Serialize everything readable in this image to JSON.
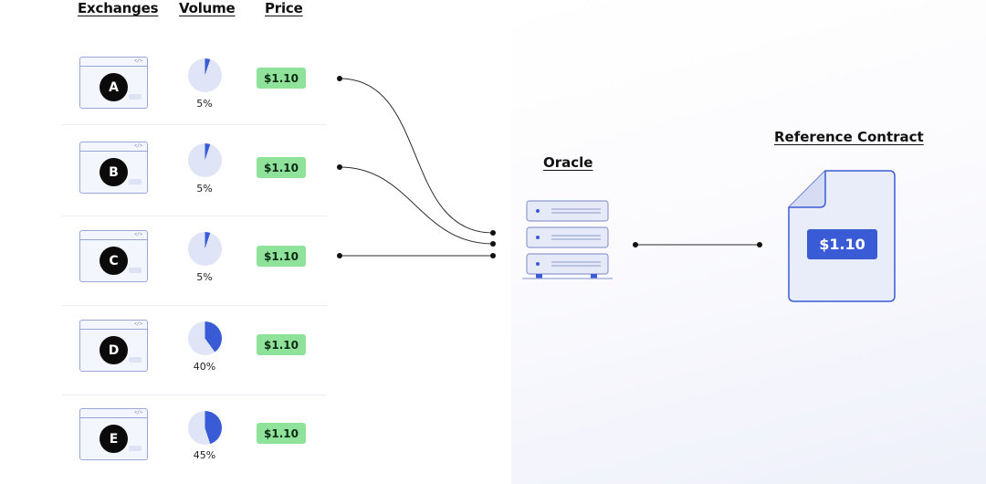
{
  "headers": {
    "exchanges": "Exchanges",
    "volume": "Volume",
    "price": "Price"
  },
  "exchanges": [
    {
      "letter": "A",
      "volume_pct": 5,
      "volume_label": "5%",
      "price": "$1.10"
    },
    {
      "letter": "B",
      "volume_pct": 5,
      "volume_label": "5%",
      "price": "$1.10"
    },
    {
      "letter": "C",
      "volume_pct": 5,
      "volume_label": "5%",
      "price": "$1.10"
    },
    {
      "letter": "D",
      "volume_pct": 40,
      "volume_label": "40%",
      "price": "$1.10"
    },
    {
      "letter": "E",
      "volume_pct": 45,
      "volume_label": "45%",
      "price": "$1.10"
    }
  ],
  "card_code_icon": "</>",
  "oracle": {
    "title": "Oracle"
  },
  "reference_contract": {
    "title": "Reference Contract",
    "price": "$1.10"
  },
  "colors": {
    "pie_fill": "#3a5bd6",
    "pie_bg": "#dfe4f6",
    "price_tag": "#8ee29a",
    "card_border": "#9aa6d6",
    "contract_accent": "#3a5bd6"
  },
  "icons": {
    "exchange": "browser-window-icon",
    "oracle": "server-stack-icon",
    "contract": "document-icon"
  }
}
